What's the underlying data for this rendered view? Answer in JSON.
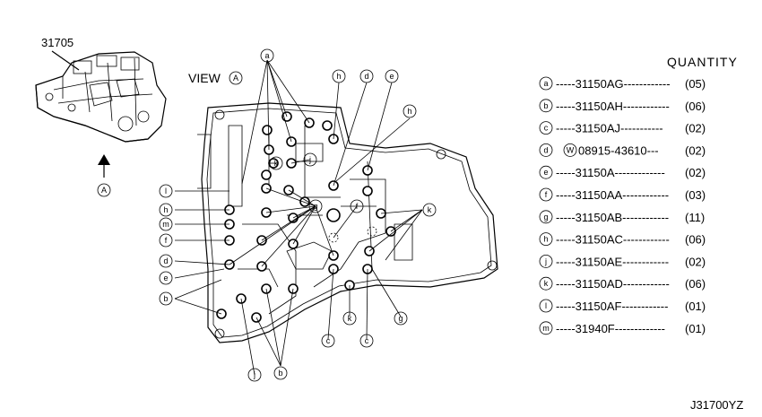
{
  "assembly": {
    "part_no": "31705",
    "view_label": "VIEW",
    "view_ref": "A",
    "arrow_ref": "A"
  },
  "quantity_header": "QUANTITY",
  "legend": [
    {
      "key": "a",
      "part": "31150AG",
      "dashes": "------------",
      "qty": "(05)"
    },
    {
      "key": "b",
      "part": "31150AH",
      "dashes": "------------",
      "qty": "(06)"
    },
    {
      "key": "c",
      "part": "31150AJ",
      "dashes": "-----------",
      "qty": "(02)"
    },
    {
      "key": "d",
      "prefix": "W",
      "part": "08915-43610",
      "dashes": "---",
      "qty": "(02)"
    },
    {
      "key": "e",
      "part": "31150A",
      "dashes": "-------------",
      "qty": "(02)"
    },
    {
      "key": "f",
      "part": "31150AA",
      "dashes": "------------",
      "qty": "(03)"
    },
    {
      "key": "g",
      "part": "31150AB",
      "dashes": "------------",
      "qty": "(11)"
    },
    {
      "key": "h",
      "part": "31150AC",
      "dashes": "------------",
      "qty": "(06)"
    },
    {
      "key": "j",
      "part": "31150AE",
      "dashes": "------------",
      "qty": "(02)"
    },
    {
      "key": "k",
      "part": "31150AD",
      "dashes": "------------",
      "qty": "(06)"
    },
    {
      "key": "l",
      "part": "31150AF",
      "dashes": "------------",
      "qty": "(01)"
    },
    {
      "key": "m",
      "part": "31940F",
      "dashes": "-------------",
      "qty": "(01)"
    }
  ],
  "callouts": {
    "top": [
      "a",
      "h",
      "d",
      "e",
      "h"
    ],
    "left": [
      "l",
      "h",
      "m",
      "f",
      "d",
      "e",
      "b"
    ],
    "right_k": "k",
    "inner": [
      "j",
      "k",
      "g",
      "f",
      "k",
      "g",
      "c",
      "c"
    ],
    "bottom": [
      "j",
      "b"
    ]
  },
  "diagram_code": "J31700YZ"
}
